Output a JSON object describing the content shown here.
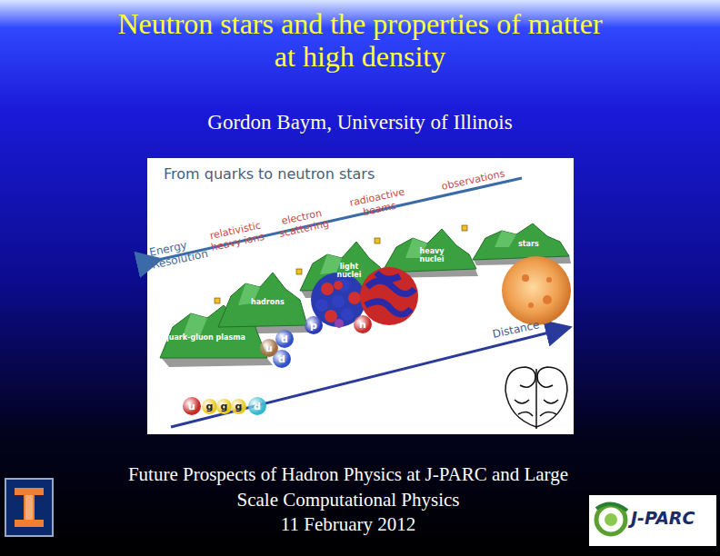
{
  "diagram": {
    "title": "Neutron stars and the properties of matter at high density",
    "nodes": [
      {
        "text": [
          "From quarks to neutron stars"
        ]
      },
      {
        "text": [
          "p"
        ],
        "in": 0
      },
      {
        "text": [
          "n"
        ],
        "in": 0
      },
      {
        "text": [
          "u"
        ],
        "in": 0
      },
      {
        "text": [
          "d"
        ],
        "in": 0
      },
      {
        "text": [
          "d"
        ],
        "in": 0
      },
      {
        "text": [
          "u"
        ],
        "in": 0
      },
      {
        "text": [
          "g"
        ],
        "in": 0
      },
      {
        "text": [
          "g"
        ],
        "in": 0
      },
      {
        "text": [
          "g"
        ],
        "in": 0
      },
      {
        "text": [
          "d"
        ],
        "in": 0
      }
    ],
    "labels": [
      "Gordon Baym, University of Illinois",
      "observations",
      "radioactive beams",
      "electron scattering",
      "relativistic heavy ions",
      "Energy Resolution",
      "Distance",
      "stars",
      "heavy nuclei",
      "light nuclei",
      "hadrons",
      "quark-gluon plasma",
      "Future Prospects of Hadron Physics at J-PARC and Large Scale Computational Physics",
      "11 February 2012",
      "J-PARC"
    ]
  }
}
